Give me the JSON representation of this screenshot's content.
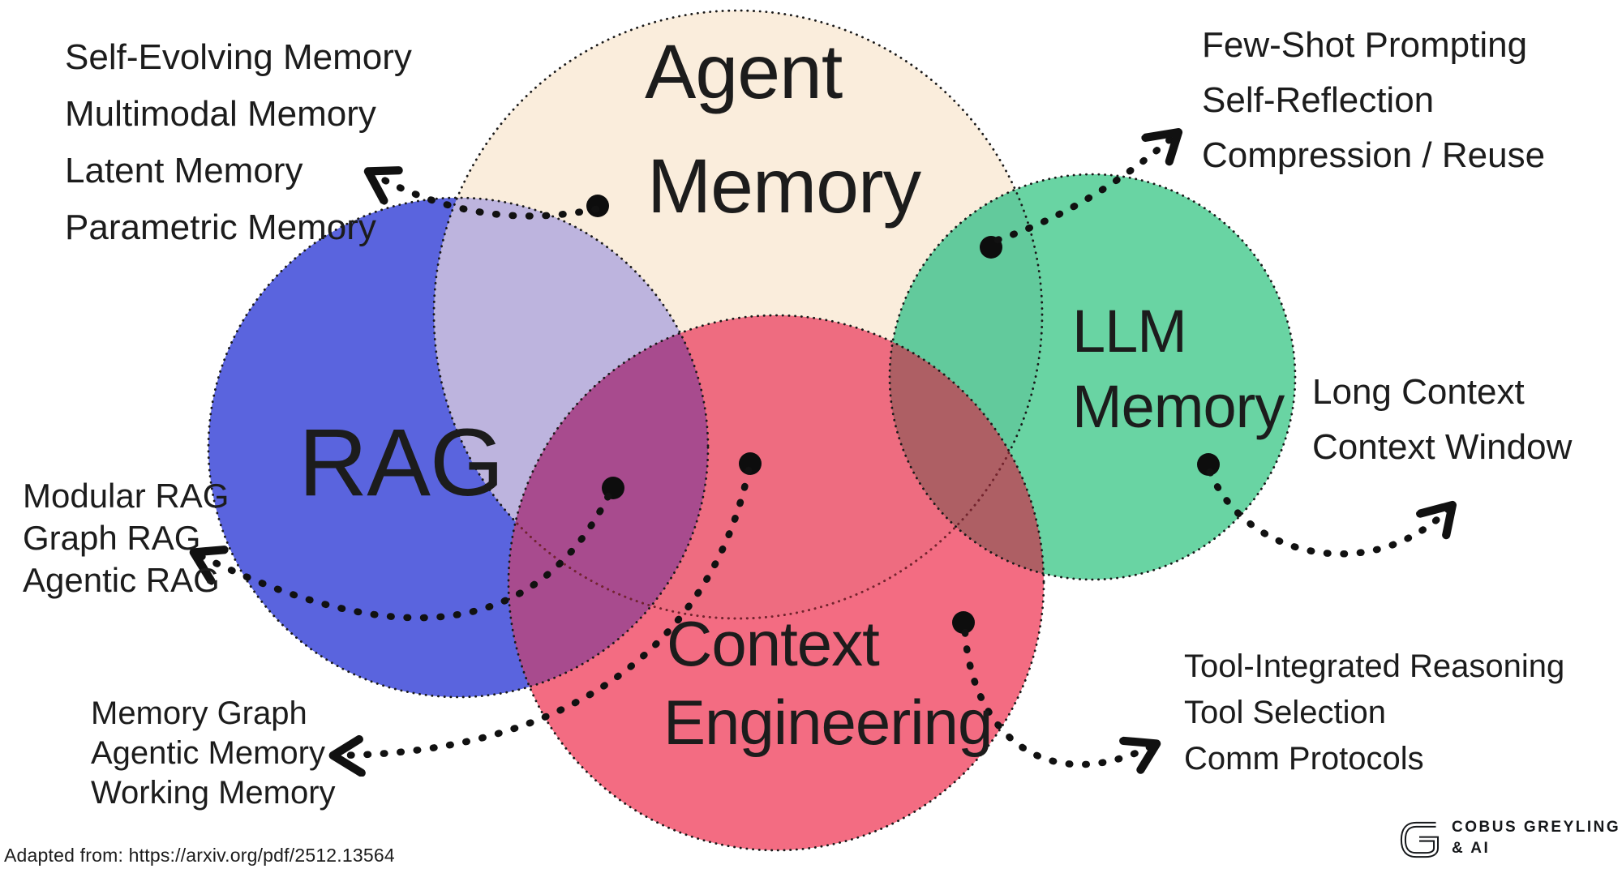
{
  "diagram": {
    "type": "venn",
    "sets": [
      {
        "name": "Agent Memory",
        "label_lines": [
          "Agent",
          "Memory"
        ],
        "color": "#FAEDDC"
      },
      {
        "name": "RAG",
        "label_lines": [
          "RAG"
        ],
        "color": "#5A64DE"
      },
      {
        "name": "LLM Memory",
        "label_lines": [
          "LLM",
          "Memory"
        ],
        "color": "#69D4A3"
      },
      {
        "name": "Context Engineering",
        "label_lines": [
          "Context",
          "Engineering"
        ],
        "color": "#F36C82"
      }
    ],
    "overlap_colors": {
      "rag_agent": "#BDB4DE",
      "agent_llm": "#62CA9C",
      "ce_agent": "#EE6C80",
      "ce_rag": "#A84B8E",
      "ce_llm": "#AE5F64"
    },
    "callouts": [
      {
        "target": "Agent Memory",
        "lines": [
          "Self-Evolving Memory",
          "Multimodal Memory",
          "Latent Memory",
          "Parametric Memory"
        ]
      },
      {
        "target": "LLM Memory",
        "lines": [
          "Few-Shot Prompting",
          "Self-Reflection",
          "Compression / Reuse"
        ]
      },
      {
        "target": "LLM Memory",
        "lines": [
          "Long Context",
          "Context Window"
        ]
      },
      {
        "target": "RAG",
        "lines": [
          "Modular RAG",
          "Graph RAG",
          "Agentic RAG"
        ]
      },
      {
        "target": "Context Engineering",
        "lines": [
          "Memory Graph",
          "Agentic Memory",
          "Working Memory"
        ]
      },
      {
        "target": "Context Engineering",
        "lines": [
          "Tool-Integrated Reasoning",
          "Tool Selection",
          "Comm Protocols"
        ]
      }
    ]
  },
  "footer": {
    "attribution": "Adapted from: https://arxiv.org/pdf/2512.13564"
  },
  "logo": {
    "brand": "COBUS GREYLING",
    "brand_sub": "& AI"
  }
}
